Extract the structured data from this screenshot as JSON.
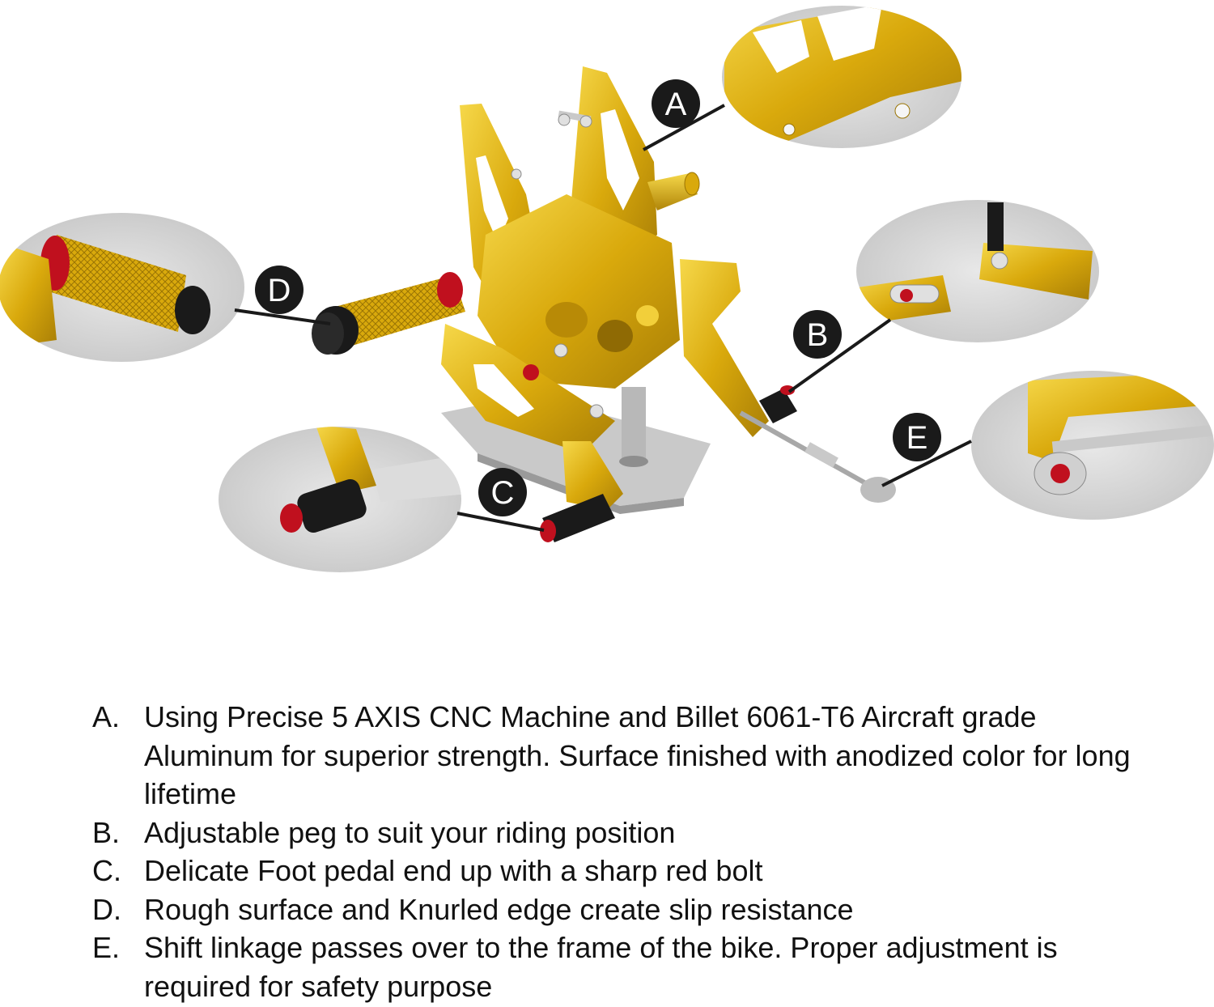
{
  "colors": {
    "gold": "#d9a90c",
    "gold_light": "#f2cf3a",
    "gold_dark": "#9a7404",
    "rubber": "#1a1a1a",
    "bolt_red": "#c0101e",
    "base_plate": "#c8c8c8",
    "zoom_bg": "#d4d4d4",
    "callout_badge": "#1a1a1a",
    "leader_line": "#1a1a1a"
  },
  "callouts": [
    {
      "id": "A",
      "letter": "A"
    },
    {
      "id": "B",
      "letter": "B"
    },
    {
      "id": "C",
      "letter": "C"
    },
    {
      "id": "D",
      "letter": "D"
    },
    {
      "id": "E",
      "letter": "E"
    }
  ],
  "features": [
    {
      "letter": "A.",
      "text": "Using Precise 5 AXIS CNC Machine and Billet 6061-T6 Aircraft grade Aluminum for superior strength. Surface finished with anodized color for long lifetime"
    },
    {
      "letter": "B.",
      "text": "Adjustable peg to suit your riding position"
    },
    {
      "letter": "C.",
      "text": "Delicate Foot pedal end up with a sharp red bolt"
    },
    {
      "letter": "D.",
      "text": "Rough surface and Knurled edge create slip resistance"
    },
    {
      "letter": "E.",
      "text": "Shift linkage passes over to the frame of the bike. Proper adjustment is required for safety purpose"
    }
  ]
}
